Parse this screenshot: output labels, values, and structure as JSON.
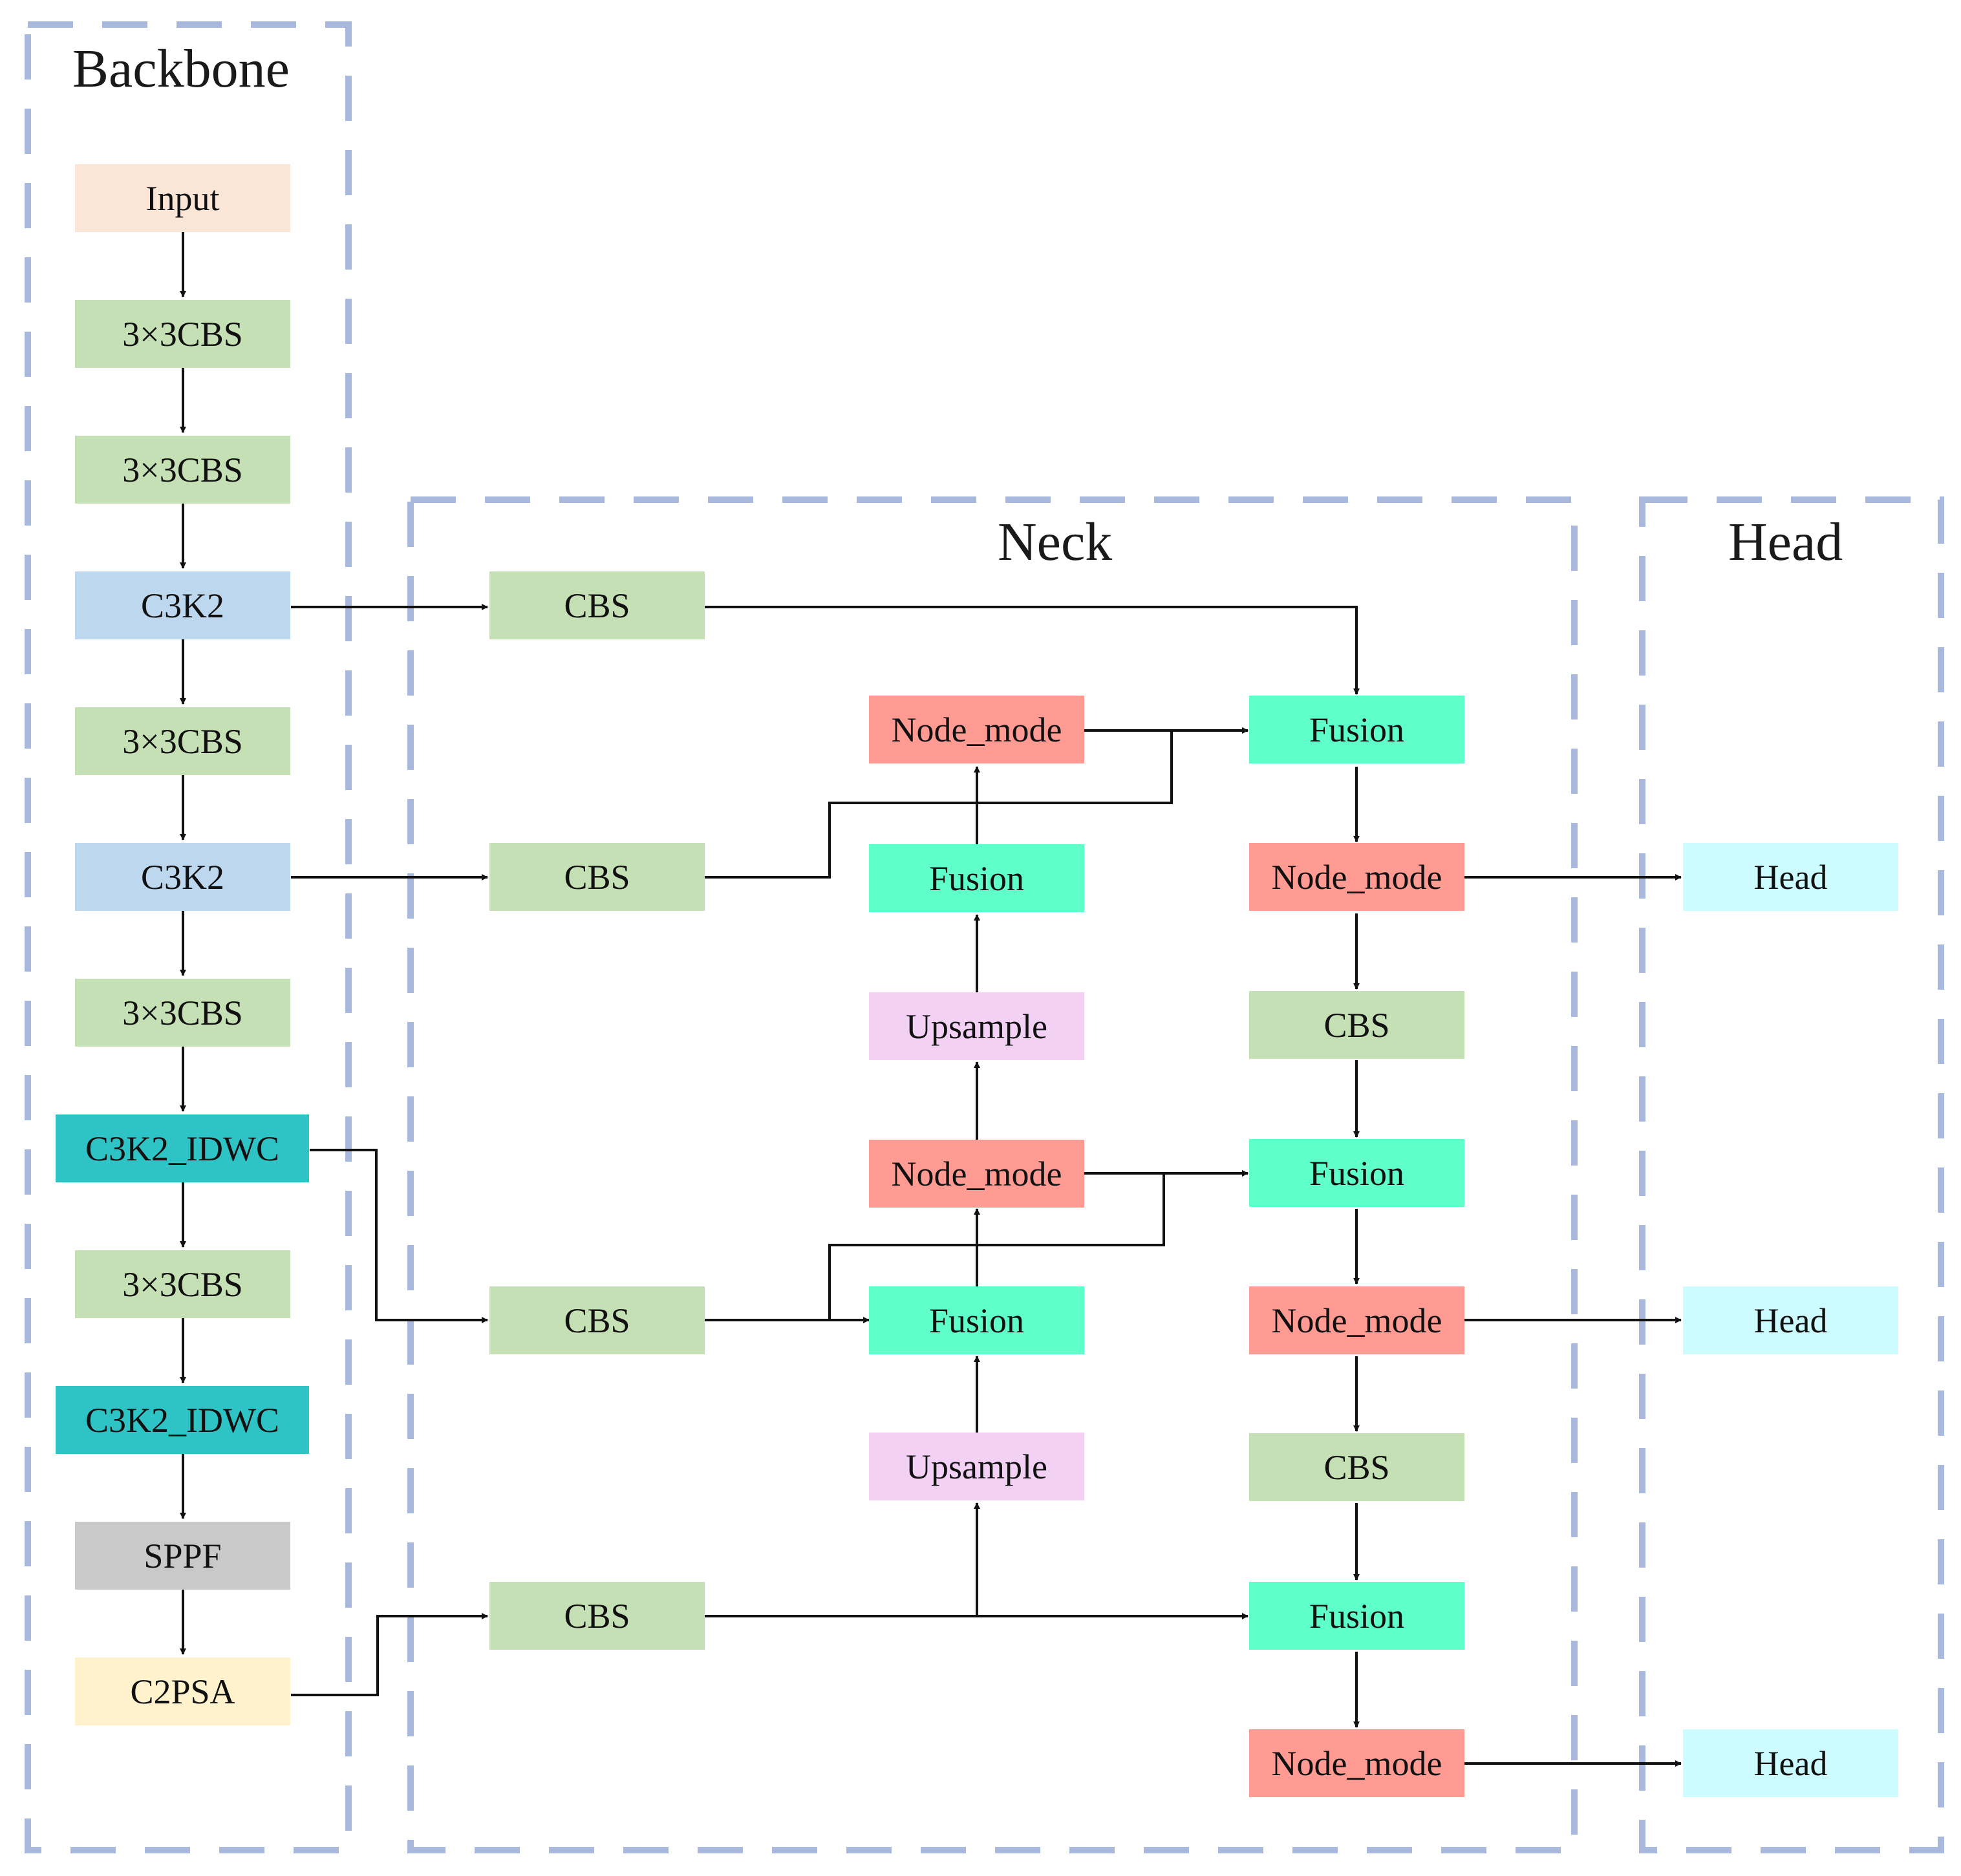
{
  "sections": {
    "backbone": "Backbone",
    "neck": "Neck",
    "head": "Head"
  },
  "colors": {
    "input": "#fbe5d6",
    "cbs": "#c5e0b4",
    "c3k2": "#bdd7ee",
    "c3k2_idwc": "#2ec4c6",
    "sppf": "#c9c9c9",
    "c2psa": "#fff2cc",
    "node_mode": "#ff9b93",
    "fusion": "#5effc8",
    "upsample": "#f3d1f5",
    "head_block": "#ccfcff",
    "dashed_border": "#a9b8dd"
  },
  "backbone": {
    "input": "Input",
    "cbs1": "3×3CBS",
    "cbs2": "3×3CBS",
    "c3k2_1": "C3K2",
    "cbs3": "3×3CBS",
    "c3k2_2": "C3K2",
    "cbs4": "3×3CBS",
    "idwc1": "C3K2_IDWC",
    "cbs5": "3×3CBS",
    "idwc2": "C3K2_IDWC",
    "sppf": "SPPF",
    "c2psa": "C2PSA"
  },
  "neck": {
    "cbs_a": "CBS",
    "cbs_b": "CBS",
    "cbs_c": "CBS",
    "cbs_d": "CBS",
    "node_top": "Node_mode",
    "fusion_mid1": "Fusion",
    "upsample1": "Upsample",
    "node_mid": "Node_mode",
    "fusion_mid2": "Fusion",
    "upsample2": "Upsample",
    "fusion_r1": "Fusion",
    "node_r1": "Node_mode",
    "cbs_r1": "CBS",
    "fusion_r2": "Fusion",
    "node_r2": "Node_mode",
    "cbs_r2": "CBS",
    "fusion_r3": "Fusion",
    "node_r3": "Node_mode"
  },
  "head": {
    "head1": "Head",
    "head2": "Head",
    "head3": "Head"
  }
}
